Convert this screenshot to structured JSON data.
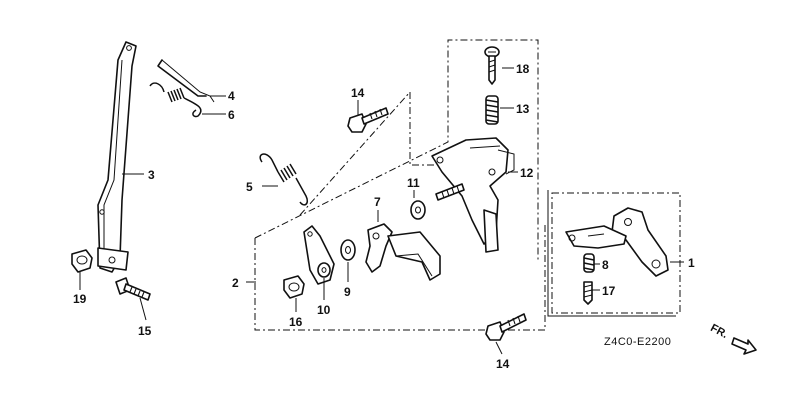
{
  "diagram": {
    "code": "Z4C0-E2200",
    "front_marker": "FR.",
    "callouts": [
      "1",
      "2",
      "3",
      "4",
      "5",
      "6",
      "7",
      "8",
      "9",
      "10",
      "11",
      "12",
      "13",
      "14",
      "14",
      "15",
      "16",
      "17",
      "18",
      "19"
    ]
  }
}
